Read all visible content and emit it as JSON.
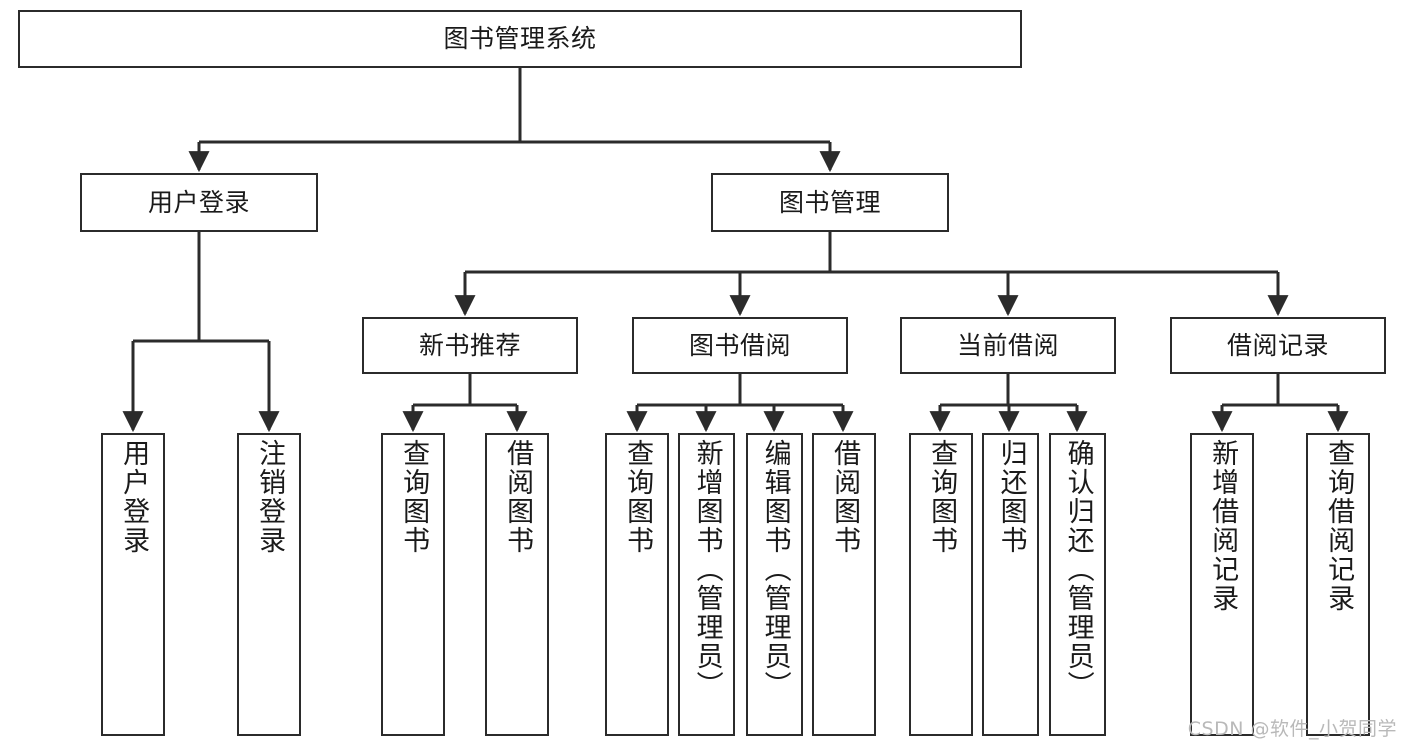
{
  "diagram": {
    "title": "图书管理系统",
    "type": "hierarchy-tree",
    "watermark": "CSDN @软件_小贺同学",
    "theme": {
      "background": "#ffffff",
      "box_border": "#2b2b2b",
      "box_fill": "#ffffff",
      "text": "#1a1a1a",
      "connector": "#2b2b2b",
      "watermark_color": "#b9b9b9"
    },
    "nodes": {
      "root": {
        "label": "图书管理系统",
        "level": 1
      },
      "user_login": {
        "label": "用户登录",
        "level": 2
      },
      "book_manage": {
        "label": "图书管理",
        "level": 2
      },
      "new_book_rec": {
        "label": "新书推荐",
        "level": 3
      },
      "book_borrow": {
        "label": "图书借阅",
        "level": 3
      },
      "current_borrow": {
        "label": "当前借阅",
        "level": 3
      },
      "borrow_record": {
        "label": "借阅记录",
        "level": 3
      },
      "leaf_user_login": {
        "label": "用户登录",
        "level": 4
      },
      "leaf_logout": {
        "label": "注销登录",
        "level": 4
      },
      "leaf_query_book_1": {
        "label": "查询图书",
        "level": 4
      },
      "leaf_borrow_book_1": {
        "label": "借阅图书",
        "level": 4
      },
      "leaf_query_book_2": {
        "label": "查询图书",
        "level": 4
      },
      "leaf_add_book": {
        "label": "新增图书（管理员）",
        "level": 4
      },
      "leaf_edit_book": {
        "label": "编辑图书（管理员）",
        "level": 4
      },
      "leaf_borrow_book_2": {
        "label": "借阅图书",
        "level": 4
      },
      "leaf_query_book_3": {
        "label": "查询图书",
        "level": 4
      },
      "leaf_return_book": {
        "label": "归还图书",
        "level": 4
      },
      "leaf_confirm_return": {
        "label": "确认归还（管理员）",
        "level": 4
      },
      "leaf_add_record": {
        "label": "新增借阅记录",
        "level": 4
      },
      "leaf_query_record": {
        "label": "查询借阅记录",
        "level": 4
      }
    },
    "edges": [
      {
        "from": "root",
        "to": "user_login"
      },
      {
        "from": "root",
        "to": "book_manage"
      },
      {
        "from": "book_manage",
        "to": "new_book_rec"
      },
      {
        "from": "book_manage",
        "to": "book_borrow"
      },
      {
        "from": "book_manage",
        "to": "current_borrow"
      },
      {
        "from": "book_manage",
        "to": "borrow_record"
      },
      {
        "from": "user_login",
        "to": "leaf_user_login"
      },
      {
        "from": "user_login",
        "to": "leaf_logout"
      },
      {
        "from": "new_book_rec",
        "to": "leaf_query_book_1"
      },
      {
        "from": "new_book_rec",
        "to": "leaf_borrow_book_1"
      },
      {
        "from": "book_borrow",
        "to": "leaf_query_book_2"
      },
      {
        "from": "book_borrow",
        "to": "leaf_add_book"
      },
      {
        "from": "book_borrow",
        "to": "leaf_edit_book"
      },
      {
        "from": "book_borrow",
        "to": "leaf_borrow_book_2"
      },
      {
        "from": "current_borrow",
        "to": "leaf_query_book_3"
      },
      {
        "from": "current_borrow",
        "to": "leaf_return_book"
      },
      {
        "from": "current_borrow",
        "to": "leaf_confirm_return"
      },
      {
        "from": "borrow_record",
        "to": "leaf_add_record"
      },
      {
        "from": "borrow_record",
        "to": "leaf_query_record"
      }
    ]
  }
}
